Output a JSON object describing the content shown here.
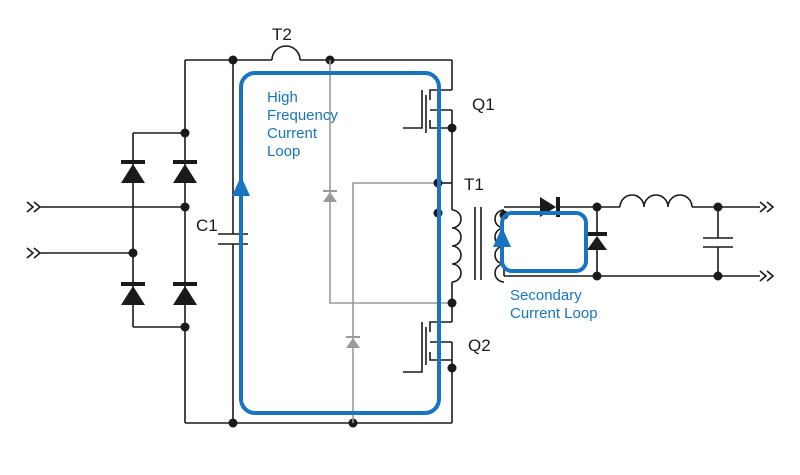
{
  "labels": {
    "t2": "T2",
    "q1": "Q1",
    "q2": "Q2",
    "t1": "T1",
    "c1": "C1"
  },
  "loops": {
    "high_frequency": [
      "High",
      "Frequency",
      "Current",
      "Loop"
    ],
    "secondary": [
      "Secondary",
      "Current Loop"
    ]
  },
  "colors": {
    "wire": "#1a1a1a",
    "gray_path": "#9a9a9a",
    "loop": "#1874c1"
  }
}
